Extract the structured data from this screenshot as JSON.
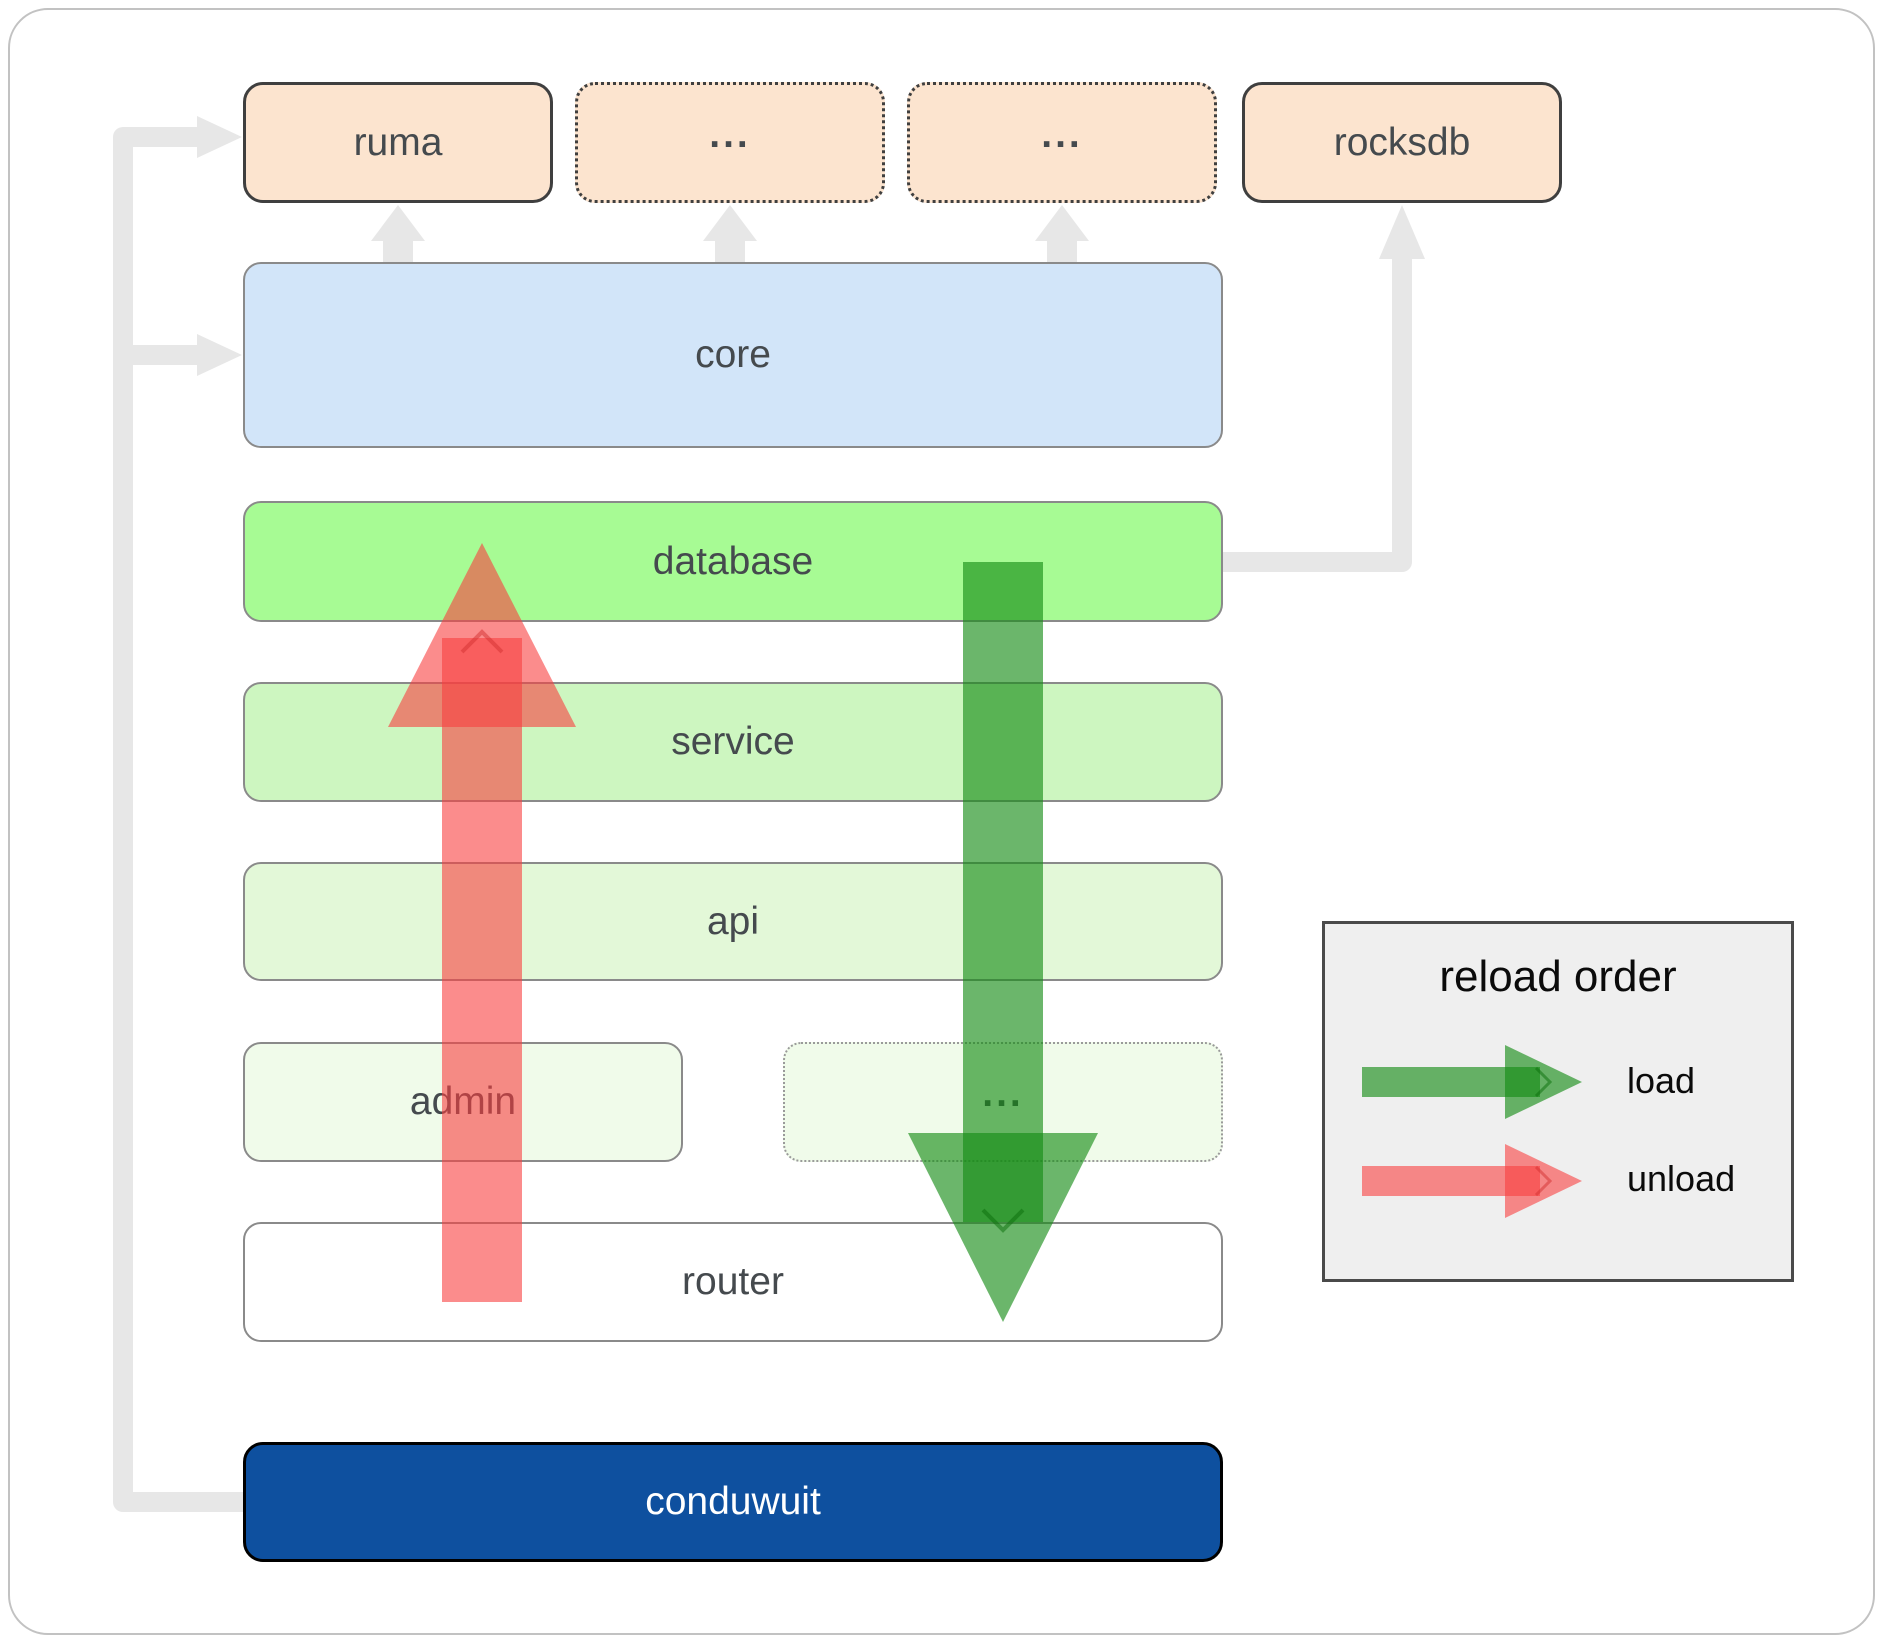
{
  "nodes": {
    "ruma": {
      "label": "ruma"
    },
    "ext_top_1": {
      "label": "..."
    },
    "ext_top_2": {
      "label": "..."
    },
    "rocksdb": {
      "label": "rocksdb"
    },
    "core": {
      "label": "core"
    },
    "database": {
      "label": "database"
    },
    "service": {
      "label": "service"
    },
    "api": {
      "label": "api"
    },
    "admin": {
      "label": "admin"
    },
    "ext_bottom": {
      "label": "..."
    },
    "router": {
      "label": "router"
    },
    "conduwuit": {
      "label": "conduwuit"
    }
  },
  "legend": {
    "title": "reload order",
    "items": [
      {
        "label": "load",
        "arrow_color": "#148c14"
      },
      {
        "label": "unload",
        "arrow_color": "#f94040"
      }
    ]
  },
  "colors": {
    "load_arrow": "#148c14",
    "unload_arrow": "#f94040",
    "external_fill": "#fce4cf",
    "core_fill": "#d2e5f9",
    "database_fill": "#a7fb94",
    "service_fill": "#cdf6c0",
    "api_fill": "#e3f8d8",
    "admin_fill": "#f0fbea",
    "router_fill": "#ffffff",
    "conduwuit_fill": "#0e509f",
    "connector_gray": "#e7e7e7",
    "legend_bg": "#efefef"
  }
}
